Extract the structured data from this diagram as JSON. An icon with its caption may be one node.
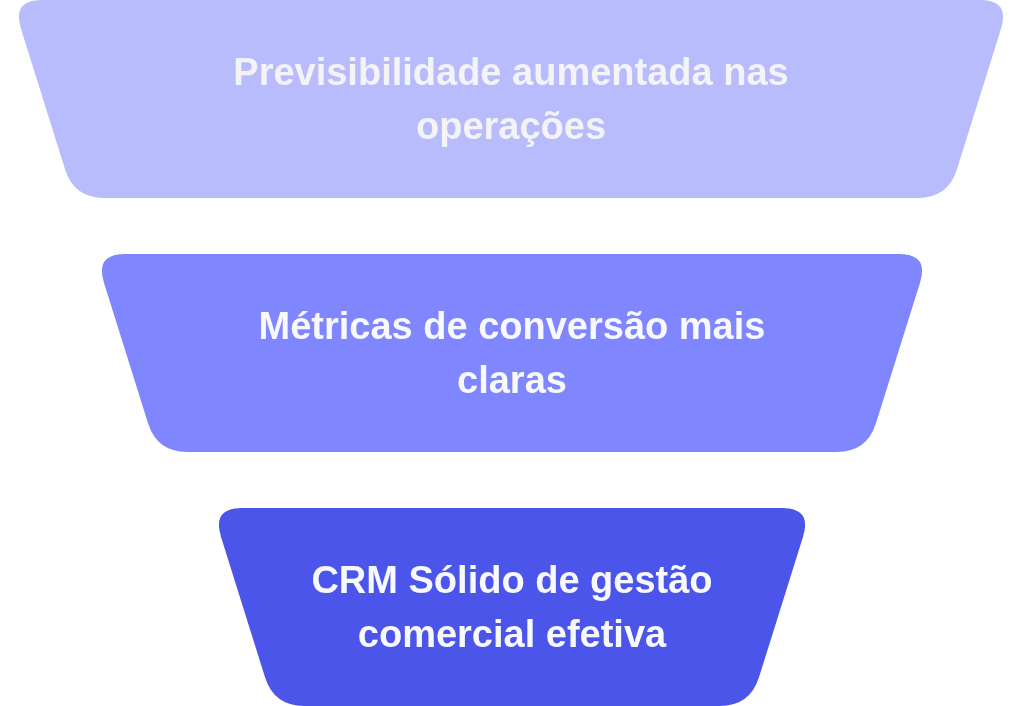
{
  "diagram": {
    "nodes": [
      {
        "text": [
          "Previsibilidade aumentada nas operações"
        ]
      },
      {
        "text": [
          "Métricas de conversão mais claras"
        ]
      },
      {
        "text": [
          "CRM Sólido de gestão comercial efetiva"
        ]
      }
    ]
  }
}
